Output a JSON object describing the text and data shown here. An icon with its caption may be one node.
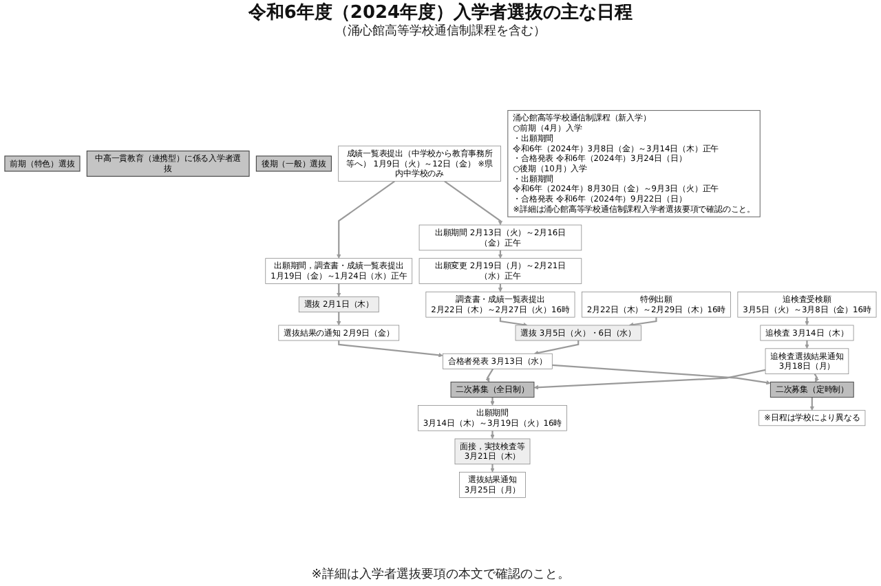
{
  "diagram": {
    "title": "令和6年度（2024年度）入学者選抜の主な日程",
    "nodes": [
      {
        "text": [
          "前期（特色）選抜"
        ]
      },
      {
        "text": [
          "中高一貫教育（連携型）に係る入学者選抜"
        ]
      },
      {
        "text": [
          "後期（一般）選抜"
        ]
      },
      {
        "text": [
          "成績一覧表提出（中学校から教育事務所等へ） 1月9日（火）～12日（金） ※県内中学校のみ"
        ]
      },
      {
        "text": [
          "出願期間，調査書・成績一覧表提出",
          "1月19日（金）～1月24日（水）正午"
        ]
      },
      {
        "text": [
          "選抜 2月1日（木）"
        ]
      },
      {
        "text": [
          "選抜結果の通知 2月9日（金）"
        ]
      },
      {
        "text": [
          "出願期間 2月13日（火）～2月16日（金）正午"
        ]
      },
      {
        "text": [
          "出願変更 2月19日（月）～2月21日（水）正午"
        ]
      },
      {
        "text": [
          "調査書・成績一覧表提出",
          "2月22日（木）～2月27日（火）16時"
        ]
      },
      {
        "text": [
          "特例出願",
          "2月22日（木）～2月29日（木）16時"
        ]
      },
      {
        "text": [
          "選抜 3月5日（火）・6日（水）"
        ]
      },
      {
        "text": [
          "追検査受検願",
          "3月5日（火）～3月8日（金）16時"
        ]
      },
      {
        "text": [
          "合格者発表 3月13日（水）"
        ]
      },
      {
        "text": [
          "追検査 3月14日（木）"
        ]
      },
      {
        "text": [
          "追検査選抜結果通知",
          "3月18日（月）"
        ]
      },
      {
        "text": [
          "二次募集（全日制）"
        ]
      },
      {
        "text": [
          "二次募集（定時制）"
        ]
      },
      {
        "text": [
          "出願期間",
          "3月14日（木）～3月19日（火）16時"
        ]
      },
      {
        "text": [
          "※日程は学校により異なる"
        ]
      },
      {
        "text": [
          "面接，実技検査等",
          "3月21日（木）"
        ]
      },
      {
        "text": [
          "選抜結果通知",
          "3月25日（月）"
        ]
      },
      {
        "text": [
          "涌心館高等学校通信制課程（新入学）",
          "○前期（4月）入学",
          "・出願期間",
          "令和6年（2024年）3月8日（金）～3月14日（木）正午",
          "・合格発表 令和6年（2024年）3月24日（日）",
          "○後期（10月）入学",
          "・出願期間",
          "令和6年（2024年）8月30日（金）～9月3日（火）正午",
          "・合格発表 令和6年（2024年）9月22日（日）",
          "※詳細は涌心館高等学校通信制課程入学者選抜要項で確認のこと。"
        ]
      }
    ],
    "edges": [
      {
        "from": 3,
        "to": 4,
        "arrow": "to"
      },
      {
        "from": 4,
        "to": 5,
        "arrow": "to"
      },
      {
        "from": 5,
        "to": 6,
        "arrow": "to"
      },
      {
        "from": 6,
        "to": 13,
        "arrow": "to"
      },
      {
        "from": 3,
        "to": 7,
        "arrow": "to"
      },
      {
        "from": 7,
        "to": 8,
        "arrow": "to"
      },
      {
        "from": 8,
        "to": 9,
        "arrow": "to"
      },
      {
        "from": 9,
        "to": 11,
        "arrow": "to"
      },
      {
        "from": 10,
        "to": 11,
        "arrow": "to"
      },
      {
        "from": 11,
        "to": 13,
        "arrow": "to"
      },
      {
        "from": 12,
        "to": 14,
        "arrow": "to"
      },
      {
        "from": 14,
        "to": 15,
        "arrow": "to"
      },
      {
        "from": 13,
        "to": 16,
        "arrow": "to"
      },
      {
        "from": 13,
        "to": 17,
        "arrow": "to"
      },
      {
        "from": 15,
        "to": 16,
        "arrow": "to"
      },
      {
        "from": 15,
        "to": 17,
        "arrow": "to"
      },
      {
        "from": 16,
        "to": 18,
        "arrow": "to"
      },
      {
        "from": 18,
        "to": 20,
        "arrow": "to"
      },
      {
        "from": 20,
        "to": 21,
        "arrow": "to"
      },
      {
        "from": 17,
        "to": 19,
        "arrow": "to"
      }
    ],
    "labels": [
      "（涌心館高等学校通信制課程を含む）",
      "※詳細は入学者選抜要項の本文で確認のこと。"
    ]
  }
}
